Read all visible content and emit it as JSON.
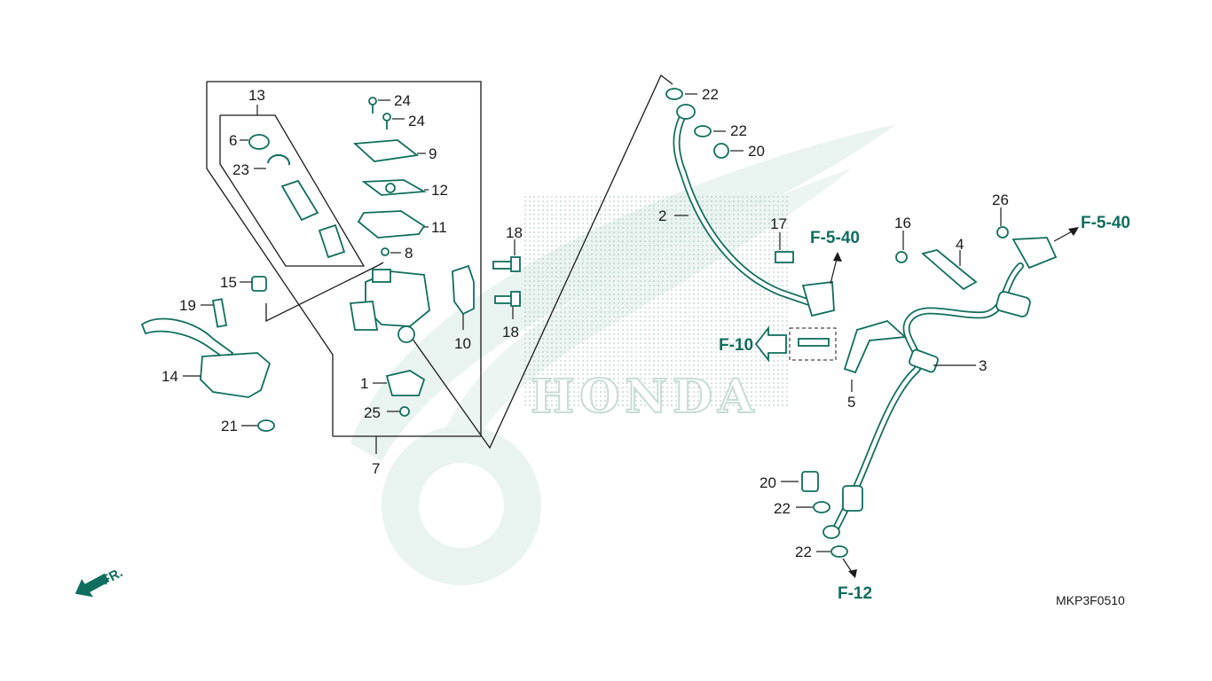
{
  "diagram": {
    "code": "MKP3F0510",
    "brand_watermark": "HONDA",
    "front_marker": "FR.",
    "part_labels": [
      {
        "id": "p13",
        "text": "13"
      },
      {
        "id": "p6",
        "text": "6"
      },
      {
        "id": "p23",
        "text": "23"
      },
      {
        "id": "p24a",
        "text": "24"
      },
      {
        "id": "p24b",
        "text": "24"
      },
      {
        "id": "p9",
        "text": "9"
      },
      {
        "id": "p12",
        "text": "12"
      },
      {
        "id": "p11",
        "text": "11"
      },
      {
        "id": "p8",
        "text": "8"
      },
      {
        "id": "p15",
        "text": "15"
      },
      {
        "id": "p19",
        "text": "19"
      },
      {
        "id": "p14",
        "text": "14"
      },
      {
        "id": "p21",
        "text": "21"
      },
      {
        "id": "p1",
        "text": "1"
      },
      {
        "id": "p25",
        "text": "25"
      },
      {
        "id": "p7",
        "text": "7"
      },
      {
        "id": "p10",
        "text": "10"
      },
      {
        "id": "p18a",
        "text": "18"
      },
      {
        "id": "p18b",
        "text": "18"
      },
      {
        "id": "p22a",
        "text": "22"
      },
      {
        "id": "p22b",
        "text": "22"
      },
      {
        "id": "p20a",
        "text": "20"
      },
      {
        "id": "p2",
        "text": "2"
      },
      {
        "id": "p17",
        "text": "17"
      },
      {
        "id": "p16",
        "text": "16"
      },
      {
        "id": "p4",
        "text": "4"
      },
      {
        "id": "p26",
        "text": "26"
      },
      {
        "id": "p3",
        "text": "3"
      },
      {
        "id": "p5",
        "text": "5"
      },
      {
        "id": "p20b",
        "text": "20"
      },
      {
        "id": "p22c",
        "text": "22"
      },
      {
        "id": "p22d",
        "text": "22"
      }
    ],
    "references": [
      {
        "id": "ref1",
        "text": "F-5-40"
      },
      {
        "id": "ref2",
        "text": "F-5-40"
      },
      {
        "id": "ref3",
        "text": "F-10"
      },
      {
        "id": "ref4",
        "text": "F-12"
      }
    ],
    "colors": {
      "accent": "#0f6e5e",
      "watermark": "#e6f1ee",
      "line": "#1a1a1a"
    }
  }
}
